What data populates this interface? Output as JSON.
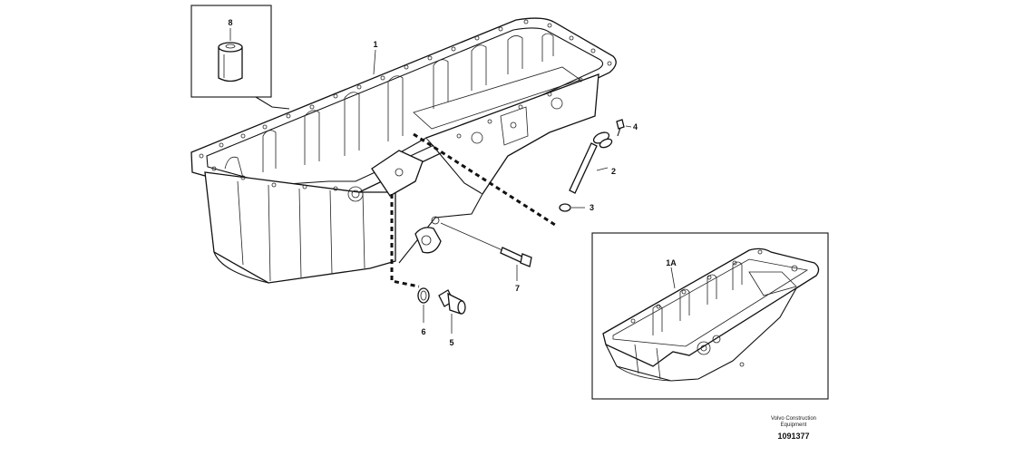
{
  "callouts": {
    "c1": "1",
    "c1a": "1A",
    "c2": "2",
    "c3": "3",
    "c4": "4",
    "c5": "5",
    "c6": "6",
    "c7": "7",
    "c8": "8"
  },
  "footer": {
    "brand_line1": "Volvo Construction",
    "brand_line2": "Equipment",
    "doc_number": "1091377"
  },
  "colors": {
    "line": "#111111",
    "background": "#ffffff"
  }
}
